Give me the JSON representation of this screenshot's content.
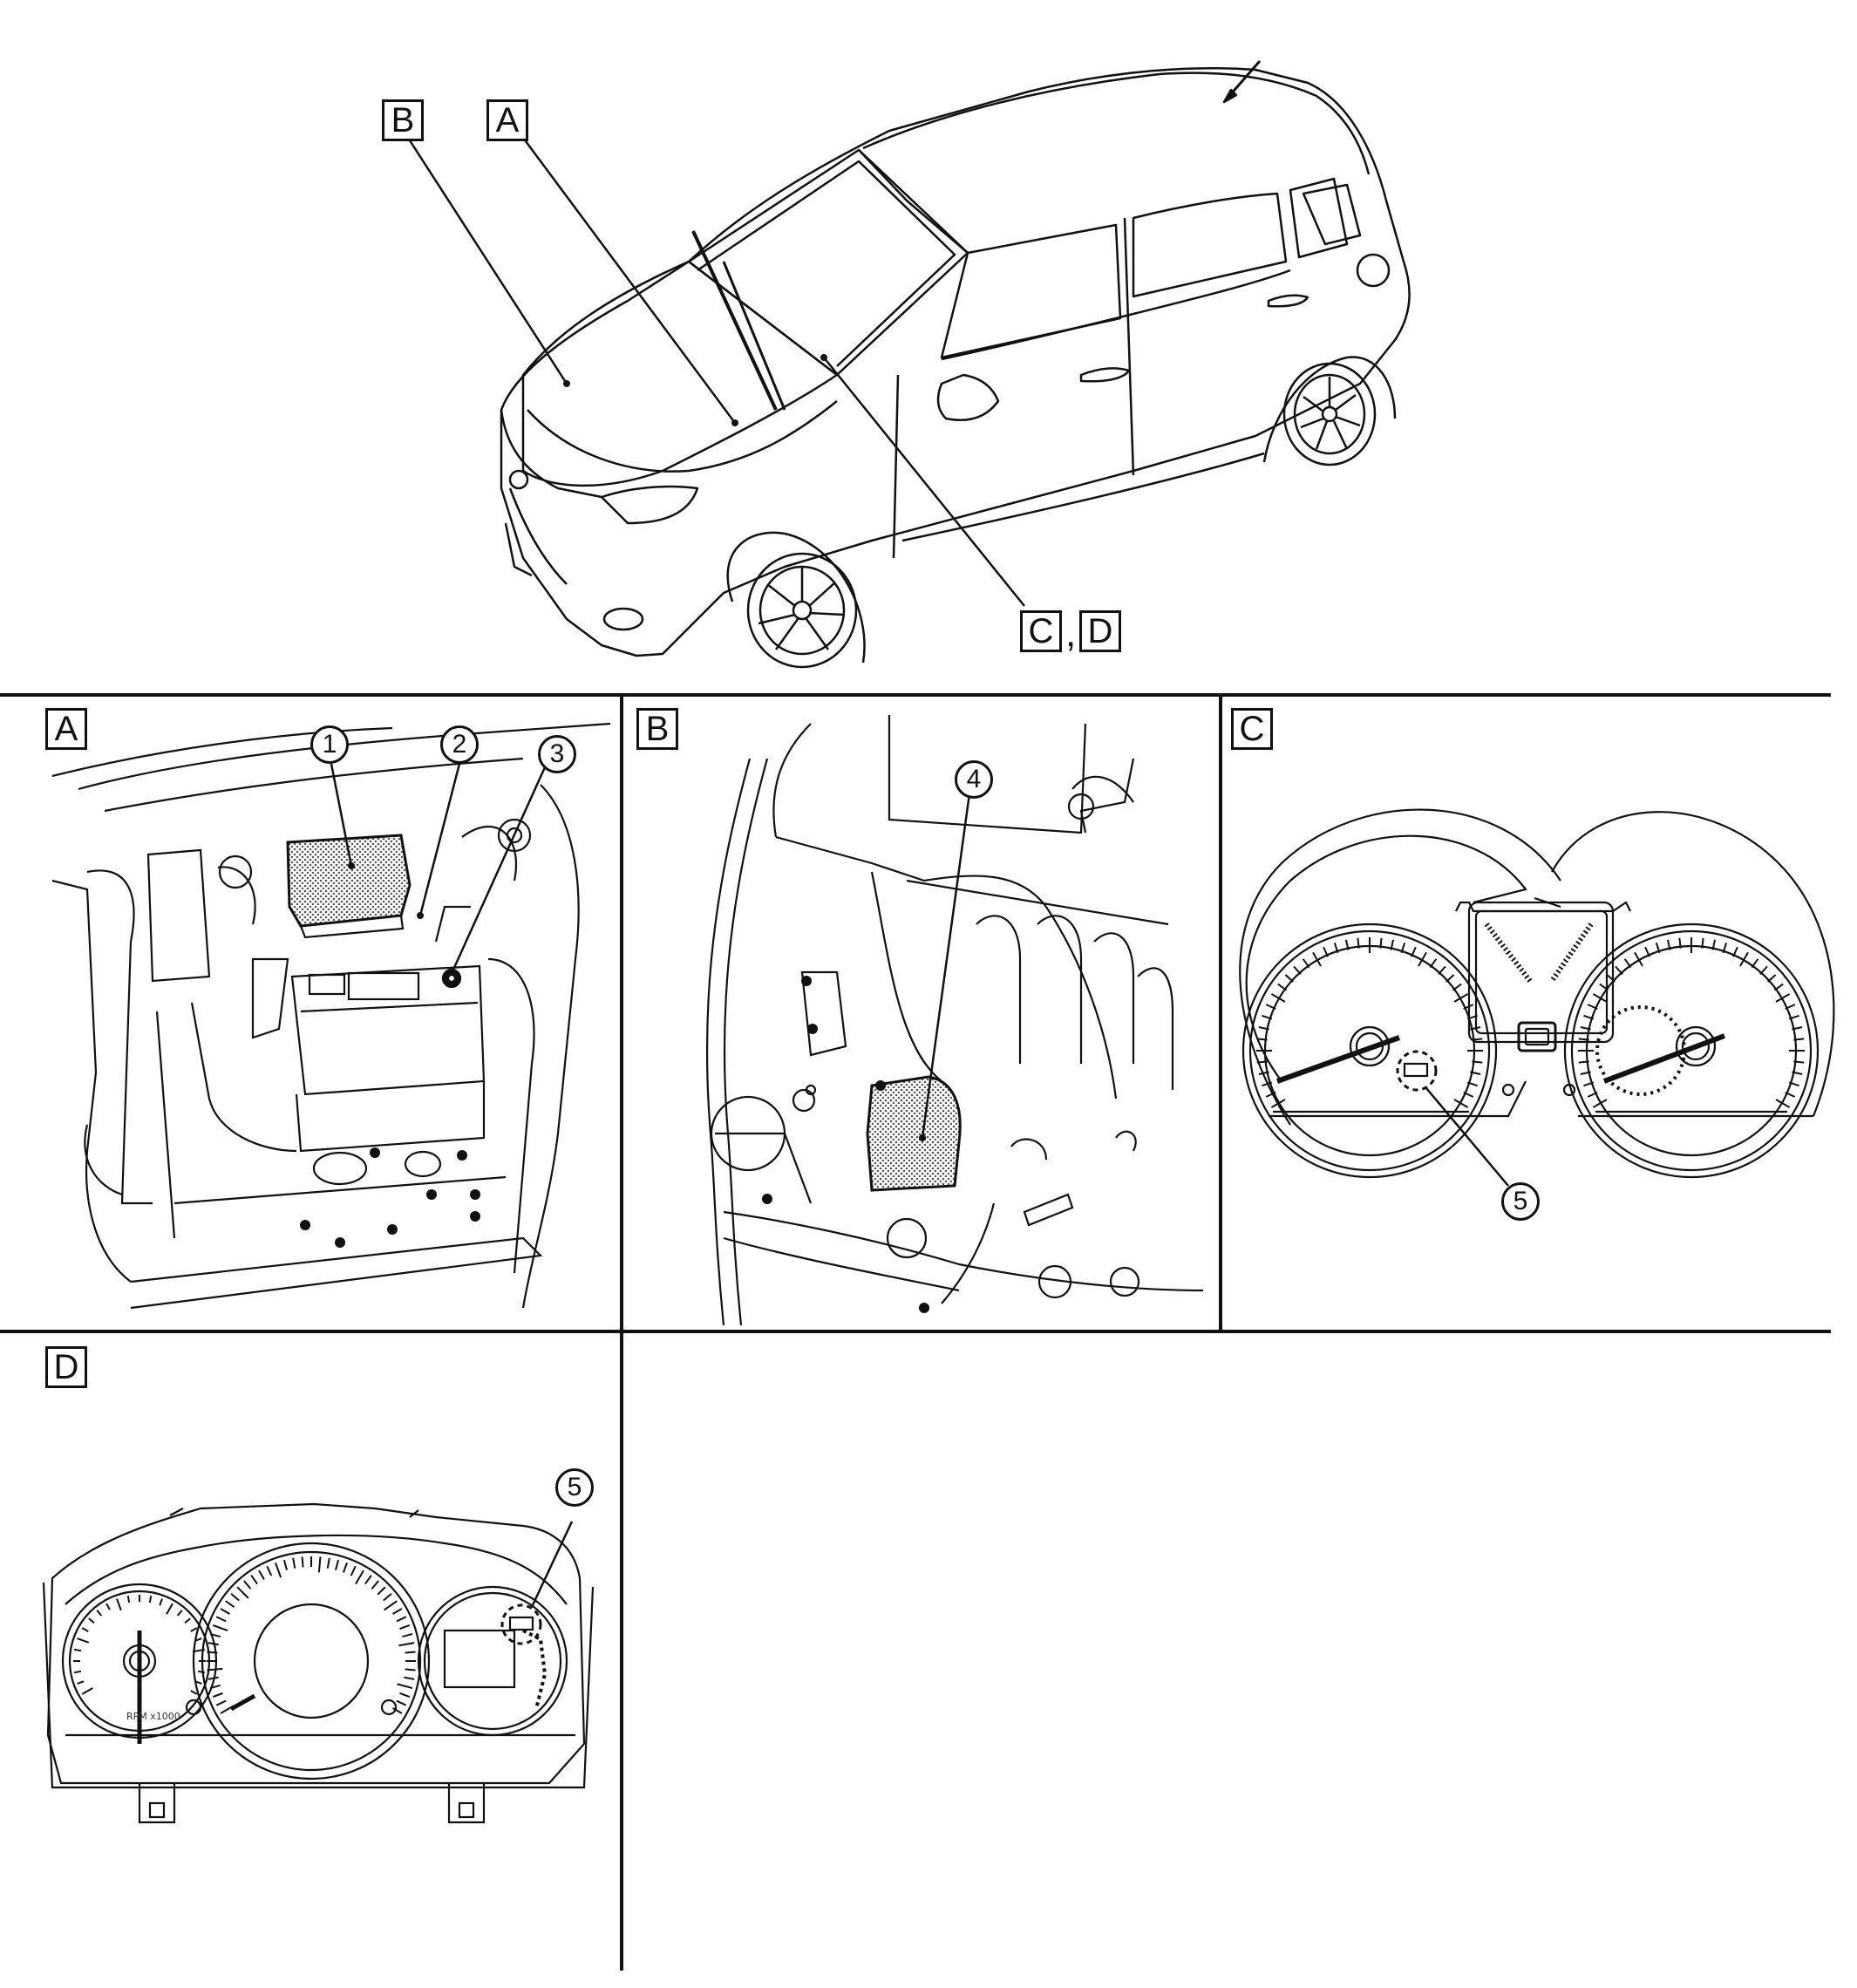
{
  "overview": {
    "labels": {
      "b": "B",
      "a": "A",
      "c": "C",
      "d": "D",
      "separator": ","
    }
  },
  "panels": {
    "a": {
      "label": "A",
      "callouts": [
        "1",
        "2",
        "3"
      ]
    },
    "b": {
      "label": "B",
      "callouts": [
        "4"
      ]
    },
    "c": {
      "label": "C",
      "callouts": [
        "5"
      ]
    },
    "d": {
      "label": "D",
      "callouts": [
        "5"
      ],
      "gauge_text": "RPM x1000"
    }
  },
  "colors": {
    "line": "#111111",
    "hatch": "#9a9a9a",
    "background": "#ffffff"
  }
}
